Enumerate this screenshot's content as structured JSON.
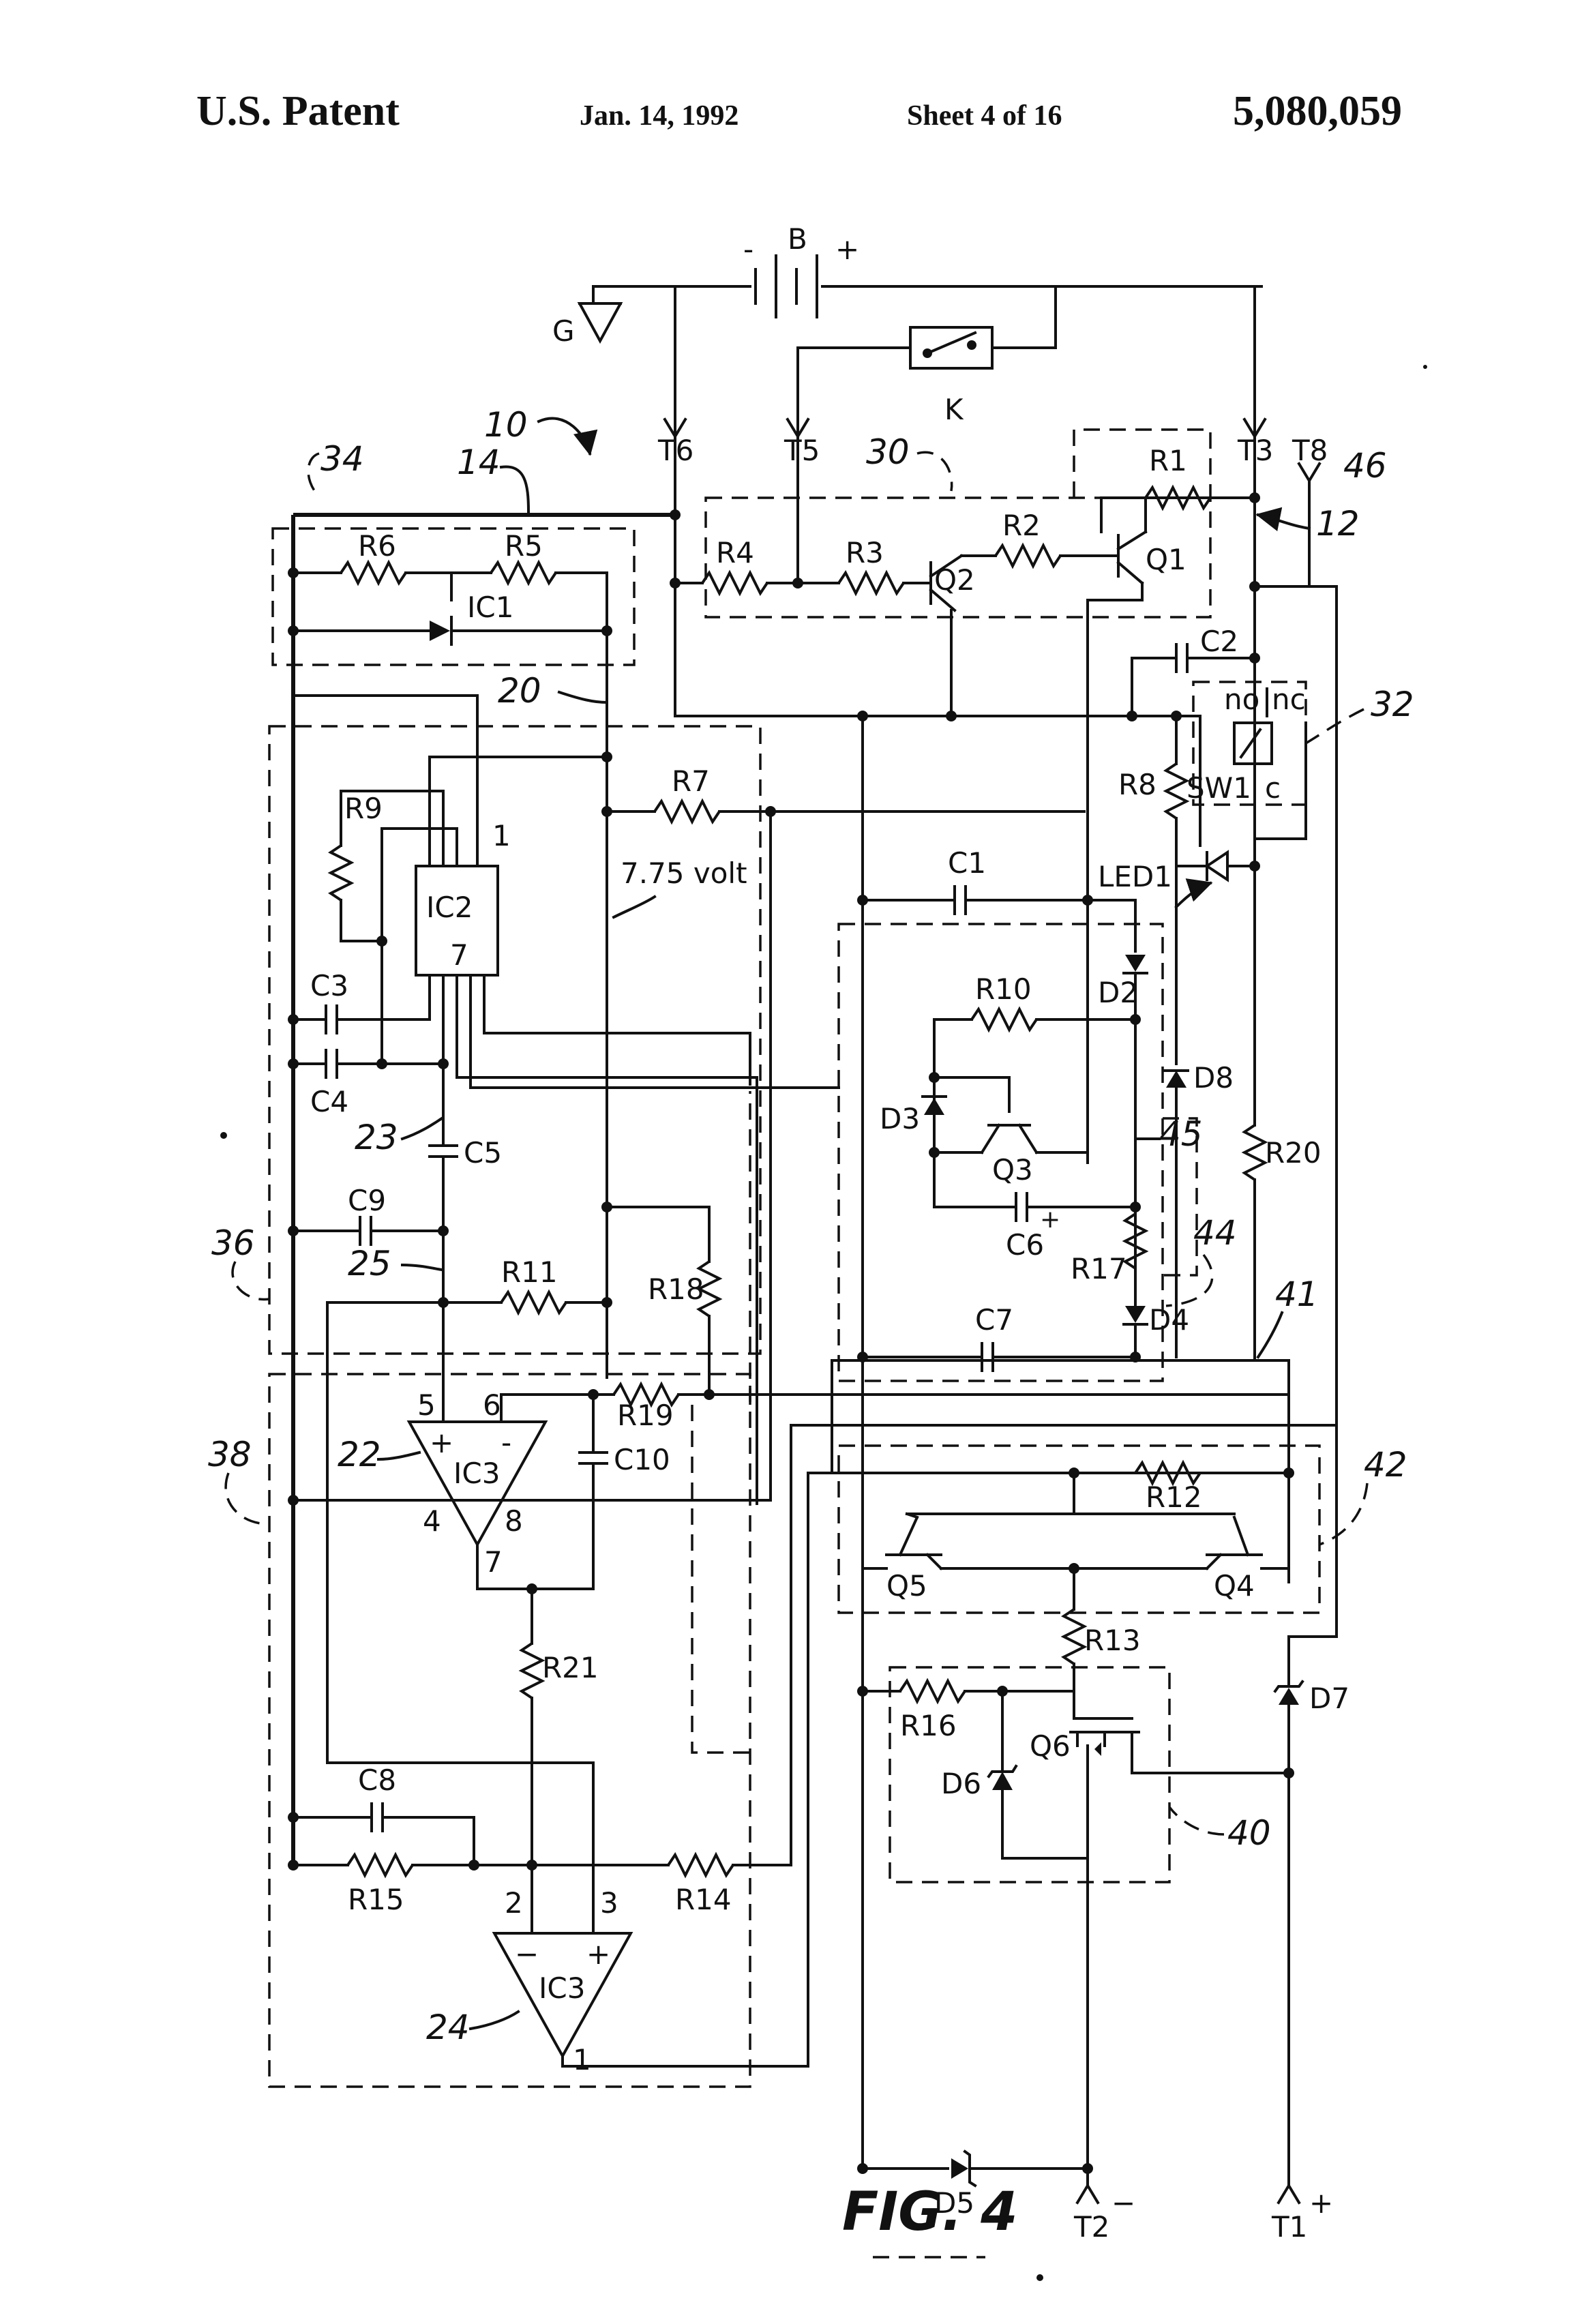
{
  "header": {
    "left": "U.S. Patent",
    "date": "Jan. 14, 1992",
    "sheet": "Sheet 4 of 16",
    "number": "5,080,059"
  },
  "figure": {
    "caption": "FIG. 4",
    "labels": {
      "B": "B",
      "B_minus": "-",
      "B_plus": "+",
      "G": "G",
      "K": "K",
      "T1": "T1",
      "T1_plus": "+",
      "T2": "T2",
      "T2_minus": "−",
      "T3": "T3",
      "T5": "T5",
      "T6": "T6",
      "T8": "T8",
      "R1": "R1",
      "R2": "R2",
      "R3": "R3",
      "R4": "R4",
      "R5": "R5",
      "R6": "R6",
      "R7": "R7",
      "R8": "R8",
      "R9": "R9",
      "R10": "R10",
      "R11": "R11",
      "R12": "R12",
      "R13": "R13",
      "R14": "R14",
      "R15": "R15",
      "R16": "R16",
      "R17": "R17",
      "R18": "R18",
      "R19": "R19",
      "R20": "R20",
      "R21": "R21",
      "C1": "C1",
      "C2": "C2",
      "C3": "C3",
      "C4": "C4",
      "C5": "C5",
      "C6": "C6",
      "C7": "C7",
      "C8": "C8",
      "C9": "C9",
      "C10": "C10",
      "D2": "D2",
      "D3": "D3",
      "D4": "D4",
      "D5": "D5",
      "D6": "D6",
      "D7": "D7",
      "D8": "D8",
      "Q1": "Q1",
      "Q2": "Q2",
      "Q3": "Q3",
      "Q4": "Q4",
      "Q5": "Q5",
      "Q6": "Q6",
      "IC1": "IC1",
      "IC2a": "IC2",
      "IC2b": "7",
      "IC3top": "IC3",
      "IC3bot": "IC3",
      "LED1": "LED1",
      "SW1": "SW1",
      "no": "no",
      "nc": "nc",
      "c": "c",
      "volt": "7.75 volt",
      "pin1_ic2": "1",
      "pin5": "5",
      "pin6": "6",
      "pin4": "4",
      "pin8": "8",
      "pin7": "7",
      "pin2": "2",
      "pin3": "3",
      "pin1": "1",
      "plus_a": "+",
      "minus_a": "-",
      "plus_b": "+",
      "minus_b": "−",
      "c6plus": "+",
      "ref10": "10",
      "ref12": "12",
      "ref14": "14",
      "ref20": "20",
      "ref22": "22",
      "ref23": "23",
      "ref24": "24",
      "ref25": "25",
      "ref30": "30",
      "ref32": "32",
      "ref34": "34",
      "ref36": "36",
      "ref38": "38",
      "ref40": "40",
      "ref41": "41",
      "ref42": "42",
      "ref44": "44",
      "ref45": "45",
      "ref46": "46"
    }
  }
}
